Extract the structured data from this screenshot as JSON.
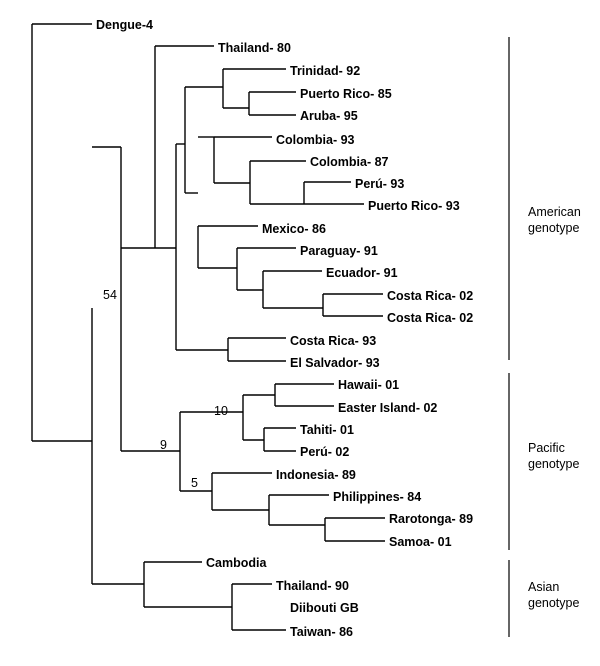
{
  "tree": {
    "root": {
      "taxon": "Dengue-4"
    },
    "taxa": [
      "Dengue-4",
      "Thailand- 80",
      "Trinidad- 92",
      "Puerto Rico- 85",
      "Aruba- 95",
      "Colombia- 93",
      "Colombia- 87",
      "Perú- 93",
      "Puerto Rico- 93",
      "Mexico- 86",
      "Paraguay- 91",
      "Ecuador- 91",
      "Costa Rica- 02",
      "Costa Rica- 02",
      "Costa Rica- 93",
      "El Salvador- 93",
      "Hawaii- 01",
      "Easter Island- 02",
      "Tahiti- 01",
      "Perú- 02",
      "Indonesia- 89",
      "Philippines- 84",
      "Rarotonga- 89",
      "Samoa- 01",
      "Cambodia",
      "Thailand- 90",
      "Diibouti GB",
      "Taiwan- 86"
    ],
    "support_values": [
      "54",
      "10",
      "9",
      "5"
    ],
    "genotypes": [
      {
        "lines": [
          "American",
          "genotype"
        ]
      },
      {
        "lines": [
          "Pacific",
          "genotype"
        ]
      },
      {
        "lines": [
          "Asian",
          "genotype"
        ]
      }
    ]
  }
}
